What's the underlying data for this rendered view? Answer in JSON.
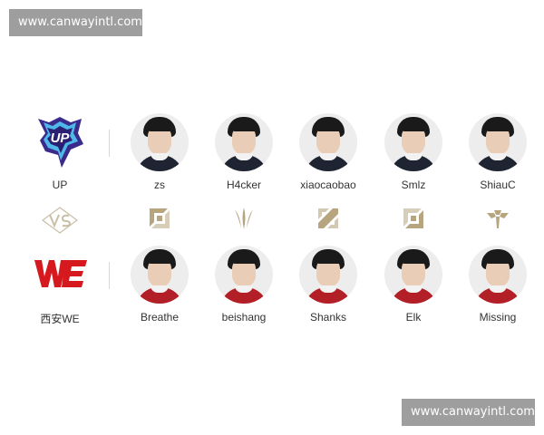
{
  "watermark": {
    "top": "www.canwayintl.com",
    "bottom": "www.canwayintl.com"
  },
  "teams": {
    "home": {
      "name": "UP",
      "logo_icon": "up-team-logo",
      "players": [
        "zs",
        "H4cker",
        "xiaocaobao",
        "Smlz",
        "ShiauC"
      ]
    },
    "away": {
      "name": "西安WE",
      "logo_icon": "we-team-logo",
      "players": [
        "Breathe",
        "beishang",
        "Shanks",
        "Elk",
        "Missing"
      ]
    }
  },
  "roles": {
    "vs_icon": "vs-icon",
    "icons": [
      "top-lane-icon",
      "jungle-icon",
      "mid-lane-icon",
      "bot-lane-icon",
      "support-icon"
    ]
  },
  "colors": {
    "role_gold": "#b6a57f",
    "up_purple": "#3a2a8c",
    "up_cyan": "#4fb8e8",
    "we_red": "#d6181f",
    "watermark_bg": "#9e9e9e"
  }
}
